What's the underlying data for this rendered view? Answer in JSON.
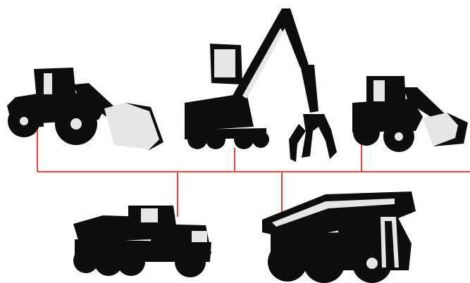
{
  "colors": {
    "connector": "#e8413c",
    "silhouette": "#0d0d0d",
    "highlight": "#e6e6e6",
    "background": "#ffffff"
  },
  "machines": [
    {
      "name": "wheel-loader-left",
      "icon": "wheel-loader-icon"
    },
    {
      "name": "material-handler",
      "icon": "material-handler-grapple-icon"
    },
    {
      "name": "wheel-loader-right",
      "icon": "compact-wheel-loader-icon"
    },
    {
      "name": "articulated-dump-truck",
      "icon": "articulated-dump-truck-icon"
    },
    {
      "name": "mining-haul-truck",
      "icon": "mining-haul-truck-icon"
    }
  ]
}
